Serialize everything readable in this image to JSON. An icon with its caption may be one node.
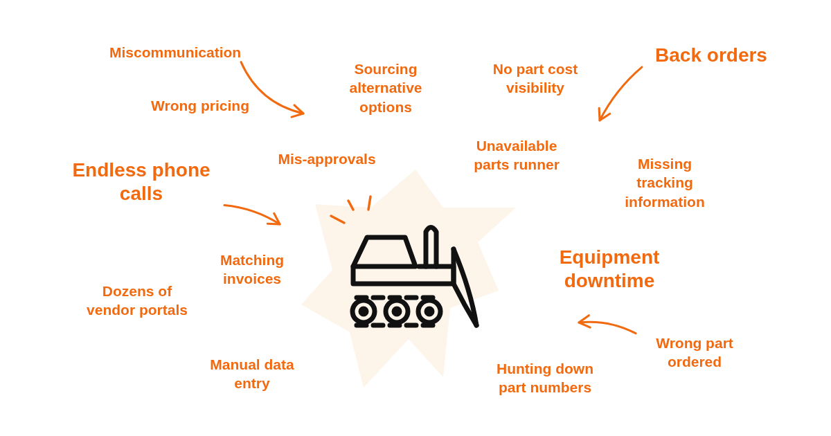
{
  "diagram": {
    "nodes": [
      {
        "text": [
          "Miscommunication"
        ]
      },
      {
        "text": [
          "Back orders"
        ]
      },
      {
        "text": [
          "Endless phone calls"
        ]
      },
      {
        "text": [
          "Wrong part ordered"
        ]
      }
    ],
    "edges": [
      {
        "from": 0,
        "to": null,
        "arrow": "to"
      },
      {
        "from": 1,
        "to": null,
        "arrow": "to"
      },
      {
        "from": 2,
        "to": null,
        "arrow": "to"
      },
      {
        "from": 3,
        "to": null,
        "arrow": "to"
      }
    ],
    "labels": [
      "Sourcing alternative options",
      "No part cost visibility",
      "Wrong pricing",
      "Mis-approvals",
      "Unavailable parts runner",
      "Missing tracking information",
      "Matching invoices",
      "Equipment downtime",
      "Dozens of vendor portals",
      "Manual data entry",
      "Hunting down part numbers"
    ]
  }
}
